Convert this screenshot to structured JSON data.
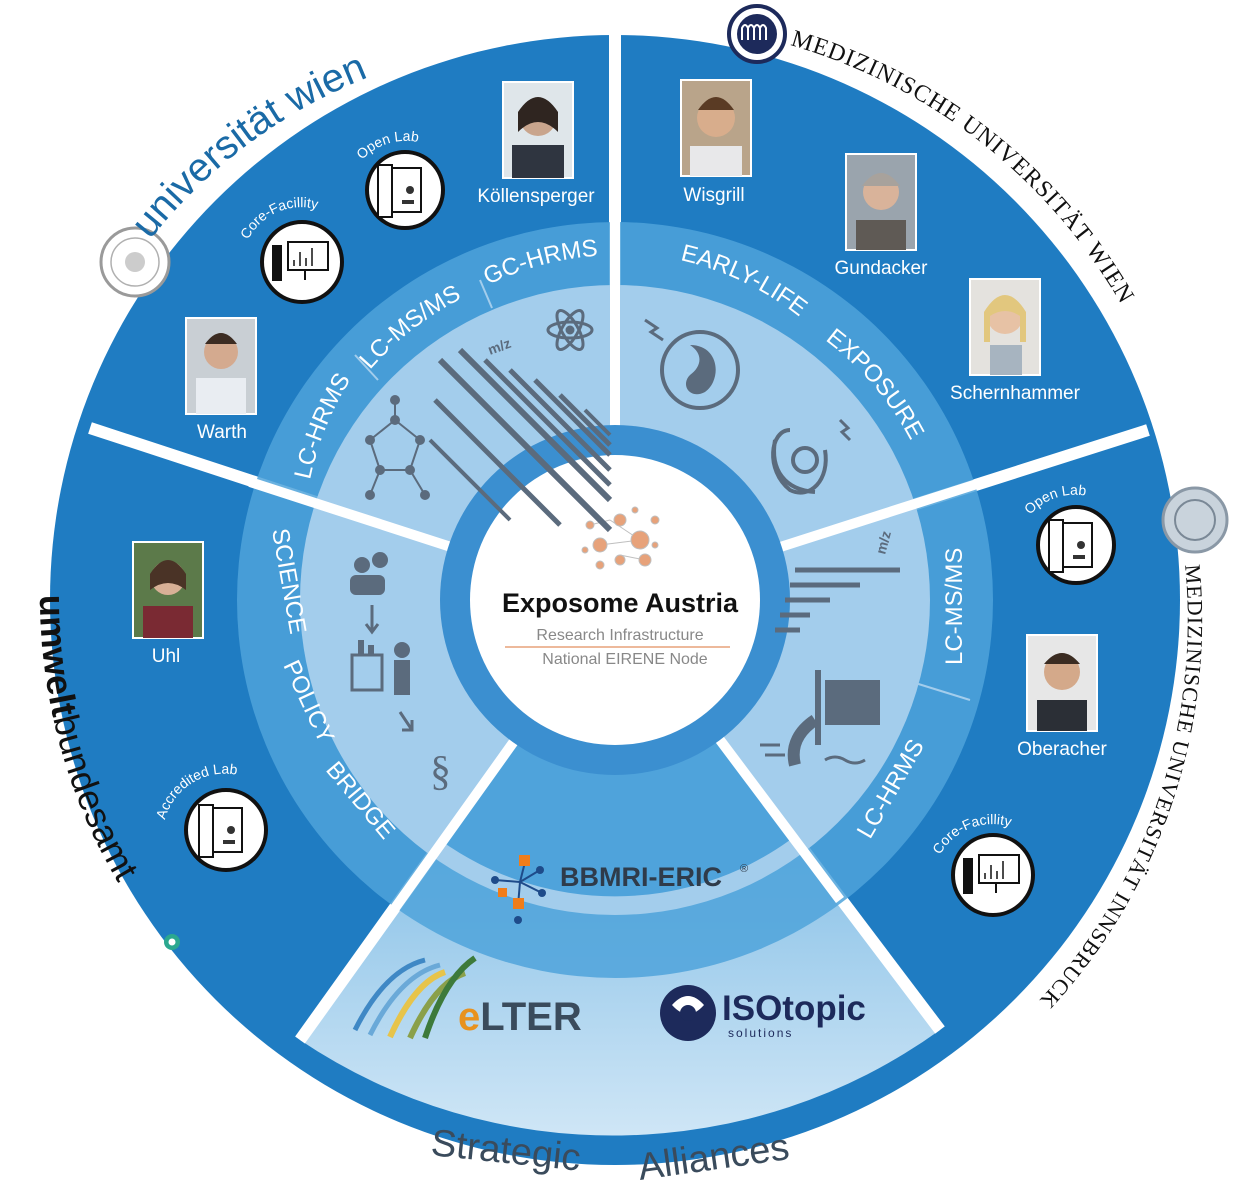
{
  "center": {
    "title": "Exposome Austria",
    "line1": "Research Infrastructure",
    "line2": "National EIRENE Node"
  },
  "institutions": {
    "uni_wien": "universität wien",
    "meduni_wien": "MEDIZINISCHE UNIVERSITÄT WIEN",
    "meduni_innsbruck": "MEDIZINISCHE UNIVERSITÄT INNSBRUCK",
    "umwelt_bold": "umwelt",
    "umwelt_rest": "bundesamt"
  },
  "people": {
    "koellensperger": "Köllensperger",
    "warth": "Warth",
    "wisgrill": "Wisgrill",
    "gundacker": "Gundacker",
    "schernhammer": "Schernhammer",
    "uhl": "Uhl",
    "oberacher": "Oberacher"
  },
  "facilities": {
    "open_lab": "Open Lab",
    "core_facility_uw": "Core-Facillity",
    "core_facility_mui": "Core-Facillity",
    "accredited_lab": "Accredited Lab"
  },
  "inner_labels": {
    "lc_hrms": "LC-HRMS",
    "lc_msms": "LC-MS/MS",
    "gc_hrms": "GC-HRMS",
    "early_life": "EARLY-LIFE",
    "exposure": "EXPOSURE",
    "mui_lc_msms": "LC-MS/MS",
    "mui_lc_hrms": "LC-HRMS",
    "science": "SCIENCE",
    "policy": "POLICY",
    "bridge": "BRIDGE",
    "mz": "m/z"
  },
  "alliances": {
    "caption_1": "Strategic",
    "caption_2": "Alliances",
    "bbmri": "BBMRI-ERIC",
    "elter_e": "e",
    "elter_rest": "LTER",
    "iso_main": "ISOtopic",
    "iso_sub": "solutions"
  },
  "colors": {
    "outer_ring": "#1f77bd",
    "inner_ring": "#4fa3db",
    "inner_fill": "#9fcbeb",
    "alliance_top": "#6eb3e2",
    "alliance_bottom": "#c8e3f5",
    "dark_text": "#3a4b5c",
    "elter_orange": "#e8921f",
    "bbmri_orange": "#f07d1a",
    "navy": "#1d2a5b"
  }
}
